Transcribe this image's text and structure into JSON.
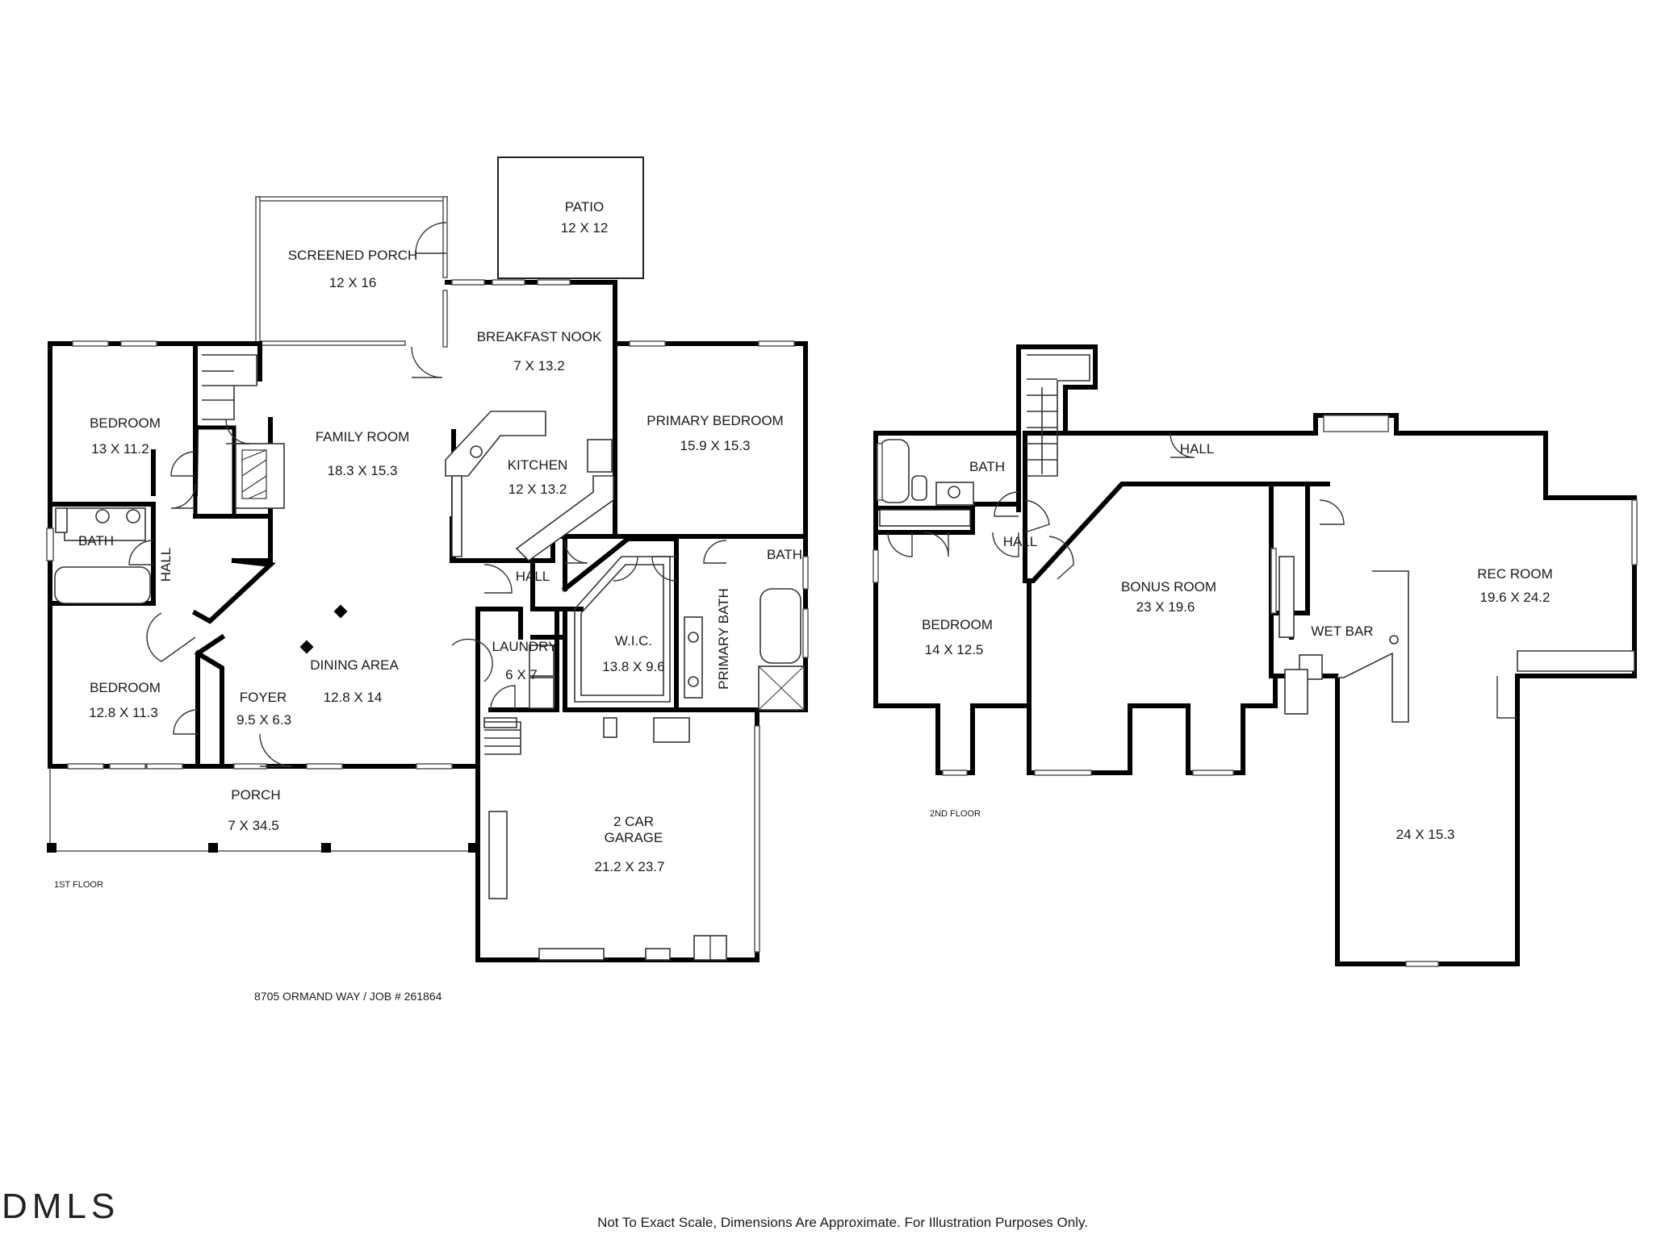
{
  "rooms_first_floor": {
    "screened_porch": {
      "name": "SCREENED PORCH",
      "dim": "12 X 16"
    },
    "patio": {
      "name": "PATIO",
      "dim": "12 X 12"
    },
    "breakfast_nook": {
      "name": "BREAKFAST NOOK",
      "dim": "7 X 13.2"
    },
    "bedroom_1": {
      "name": "BEDROOM",
      "dim": "13 X 11.2"
    },
    "family_room": {
      "name": "FAMILY ROOM",
      "dim": "18.3 X 15.3"
    },
    "kitchen": {
      "name": "KITCHEN",
      "dim": "12 X 13.2"
    },
    "primary_bedroom": {
      "name": "PRIMARY BEDROOM",
      "dim": "15.9 X 15.3"
    },
    "bath_1": {
      "name": "BATH"
    },
    "hall_1": {
      "name": "HALL"
    },
    "hall_2": {
      "name": "HALL"
    },
    "bath_primary_small": {
      "name": "BATH"
    },
    "primary_bath": {
      "name": "PRIMARY BATH"
    },
    "wic": {
      "name": "W.I.C.",
      "dim": "13.8 X 9.6"
    },
    "laundry": {
      "name": "LAUNDRY",
      "dim": "6 X 7"
    },
    "dining_area": {
      "name": "DINING AREA",
      "dim": "12.8 X 14"
    },
    "foyer": {
      "name": "FOYER",
      "dim": "9.5 X 6.3"
    },
    "bedroom_2": {
      "name": "BEDROOM",
      "dim": "12.8 X 11.3"
    },
    "porch": {
      "name": "PORCH",
      "dim": "7 X 34.5"
    },
    "garage": {
      "name_line1": "2 CAR",
      "name_line2": "GARAGE",
      "dim": "21.2 X 23.7"
    }
  },
  "rooms_second_floor": {
    "hall_a": {
      "name": "HALL"
    },
    "bath": {
      "name": "BATH"
    },
    "hall_b": {
      "name": "HALL"
    },
    "rec_room": {
      "name": "REC ROOM",
      "dim": "19.6 X 24.2"
    },
    "bonus_room": {
      "name": "BONUS ROOM",
      "dim": "23 X 19.6"
    },
    "bedroom": {
      "name": "BEDROOM",
      "dim": "14 X 12.5"
    },
    "wet_bar": {
      "name": "WET BAR"
    },
    "rec_extension": {
      "dim": "24 X 15.3"
    }
  },
  "floor_labels": {
    "first": "1ST FLOOR",
    "second": "2ND FLOOR"
  },
  "address": "8705 ORMAND WAY / JOB # 261864",
  "disclaimer": "Not To Exact Scale, Dimensions Are Approximate. For Illustration Purposes Only.",
  "logo": "DMLS"
}
